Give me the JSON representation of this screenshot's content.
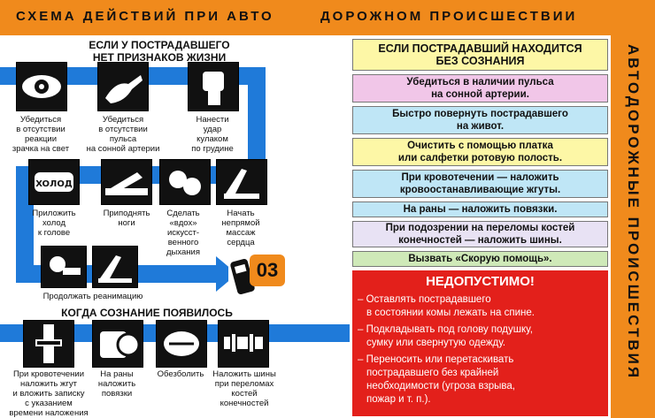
{
  "banner": {
    "left": "СХЕМА ДЕЙСТВИЙ ПРИ АВТО",
    "right": "ДОРОЖНОМ ПРОИСШЕСТВИИ"
  },
  "side_title": "АВТОДОРОЖНЫЕ ПРОИСШЕСТВИЯ",
  "no_life": {
    "heading_1": "ЕСЛИ У ПОСТРАДАВШЕГО",
    "heading_2": "НЕТ ПРИЗНАКОВ ЖИЗНИ",
    "steps": [
      {
        "icon": "eye-icon",
        "lines": [
          "Убедиться",
          "в отсутствии",
          "реакции",
          "зрачка на свет"
        ]
      },
      {
        "icon": "pulse-hand-icon",
        "lines": [
          "Убедиться",
          "в отсутствии",
          "пульса",
          "на сонной артерии"
        ]
      },
      {
        "icon": "fist-icon",
        "lines": [
          "Нанести",
          "удар",
          "кулаком",
          "по грудине"
        ]
      },
      {
        "icon": "cold-pack-icon",
        "lines": [
          "Приложить",
          "холод",
          "к голове"
        ]
      },
      {
        "icon": "raised-legs-icon",
        "lines": [
          "Приподнять",
          "ноги"
        ]
      },
      {
        "icon": "rescue-breath-icon",
        "lines": [
          "Сделать",
          "«вдох»",
          "искусст-",
          "венного",
          "дыхания"
        ]
      },
      {
        "icon": "cpr-hands-icon",
        "lines": [
          "Начать",
          "непрямой",
          "массаж",
          "сердца"
        ]
      }
    ],
    "continue_caption": "Продолжать реанимацию",
    "phone_number": "03"
  },
  "conscious": {
    "heading": "КОГДА СОЗНАНИЕ ПОЯВИЛОСЬ",
    "steps": [
      {
        "icon": "tourniquet-icon",
        "lines": [
          "При кровотечении",
          "наложить жгут",
          "и вложить записку",
          "с указанием",
          "времени наложения"
        ]
      },
      {
        "icon": "bandage-roll-icon",
        "lines": [
          "На раны",
          "наложить",
          "повязки"
        ]
      },
      {
        "icon": "pill-icon",
        "lines": [
          "Обезболить"
        ]
      },
      {
        "icon": "splint-icon",
        "lines": [
          "Наложить шины",
          "при переломах",
          "костей",
          "конечностей"
        ]
      }
    ]
  },
  "unconscious": {
    "heading": [
      "ЕСЛИ ПОСТРАДАВШИЙ НАХОДИТСЯ",
      "БЕЗ СОЗНАНИЯ"
    ],
    "steps": [
      {
        "lines": [
          "Убедиться в наличии пульса",
          "на сонной артерии."
        ],
        "color": "#f1c6e8"
      },
      {
        "lines": [
          "Быстро повернуть пострадавшего",
          "на живот."
        ],
        "color": "#bfe6f6"
      },
      {
        "lines": [
          "Очистить с помощью платка",
          "или салфетки ротовую полость."
        ],
        "color": "#fdf7a6"
      },
      {
        "lines": [
          "При кровотечении — наложить",
          "кровоостанавливающие жгуты."
        ],
        "color": "#bfe6f6"
      },
      {
        "lines": [
          "На раны — наложить повязки."
        ],
        "color": "#bfe6f6"
      },
      {
        "lines": [
          "При подозрении на переломы костей",
          "конечностей — наложить шины."
        ],
        "color": "#e8e2f4"
      },
      {
        "lines": [
          "Вызвать «Скорую помощь»."
        ],
        "color": "#cfe9b8"
      }
    ]
  },
  "forbidden": {
    "title": "НЕДОПУСТИМО!",
    "items": [
      [
        "– Оставлять пострадавшего",
        "в состоянии комы лежать на спине."
      ],
      [
        "– Подкладывать под голову подушку,",
        "сумку или свернутую одежду."
      ],
      [
        "– Переносить или перетаскивать",
        "пострадавшего без крайней",
        "необходимости (угроза взрыва,",
        "пожар и т. п.)."
      ]
    ]
  },
  "colors": {
    "banner": "#f08a1c",
    "arrow": "#1f7ad9",
    "danger": "#e3201b"
  }
}
